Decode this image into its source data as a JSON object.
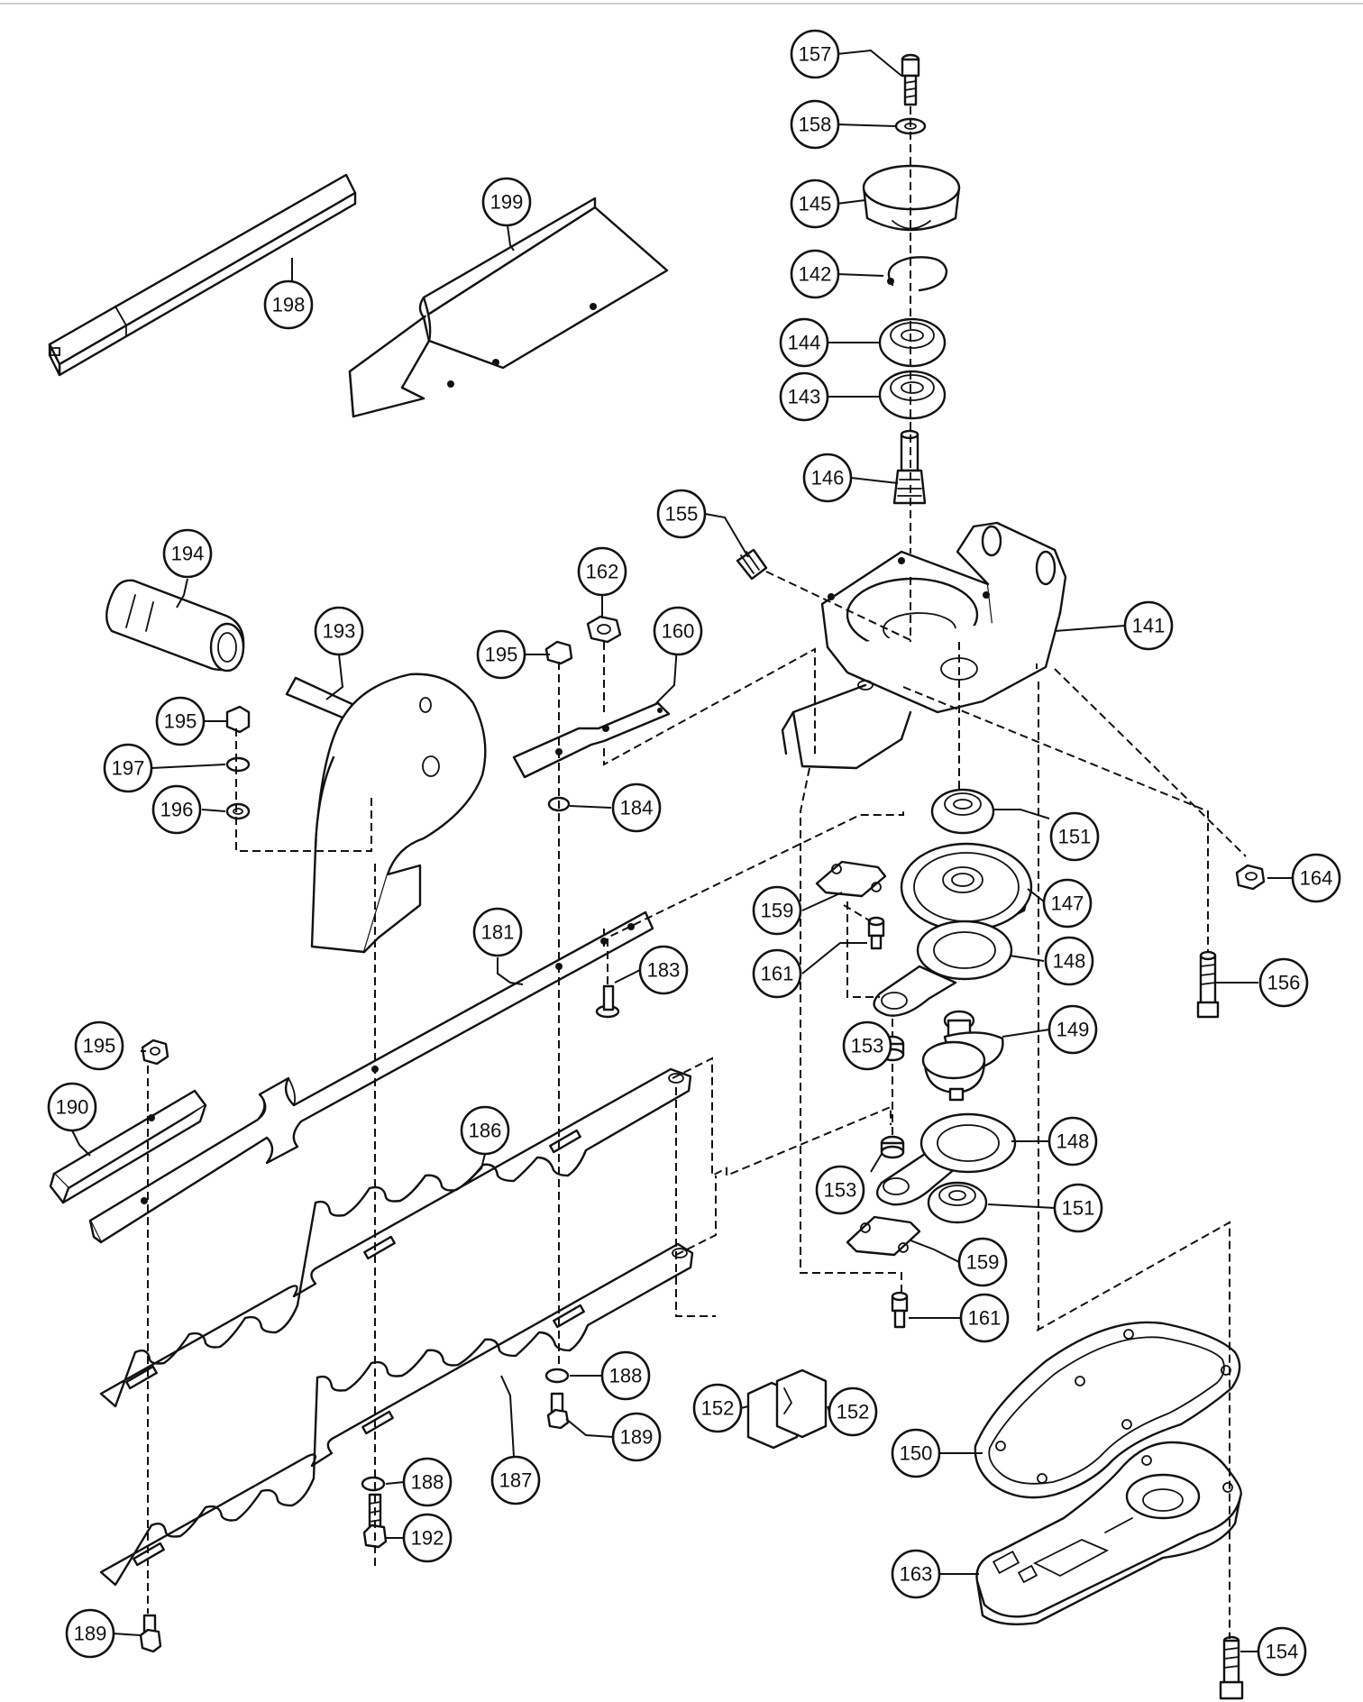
{
  "callouts": [
    {
      "id": "157",
      "label": "157"
    },
    {
      "id": "158",
      "label": "158"
    },
    {
      "id": "145",
      "label": "145"
    },
    {
      "id": "142",
      "label": "142"
    },
    {
      "id": "144",
      "label": "144"
    },
    {
      "id": "143",
      "label": "143"
    },
    {
      "id": "146",
      "label": "146"
    },
    {
      "id": "155",
      "label": "155"
    },
    {
      "id": "141",
      "label": "141"
    },
    {
      "id": "199",
      "label": "199"
    },
    {
      "id": "198",
      "label": "198"
    },
    {
      "id": "194",
      "label": "194"
    },
    {
      "id": "193",
      "label": "193"
    },
    {
      "id": "162",
      "label": "162"
    },
    {
      "id": "160",
      "label": "160"
    },
    {
      "id": "195a",
      "label": "195"
    },
    {
      "id": "195b",
      "label": "195"
    },
    {
      "id": "197",
      "label": "197"
    },
    {
      "id": "196",
      "label": "196"
    },
    {
      "id": "184",
      "label": "184"
    },
    {
      "id": "151a",
      "label": "151"
    },
    {
      "id": "164",
      "label": "164"
    },
    {
      "id": "159a",
      "label": "159"
    },
    {
      "id": "147",
      "label": "147"
    },
    {
      "id": "161a",
      "label": "161"
    },
    {
      "id": "148a",
      "label": "148"
    },
    {
      "id": "156",
      "label": "156"
    },
    {
      "id": "181",
      "label": "181"
    },
    {
      "id": "183",
      "label": "183"
    },
    {
      "id": "153a",
      "label": "153"
    },
    {
      "id": "149",
      "label": "149"
    },
    {
      "id": "195c",
      "label": "195"
    },
    {
      "id": "190",
      "label": "190"
    },
    {
      "id": "186",
      "label": "186"
    },
    {
      "id": "148b",
      "label": "148"
    },
    {
      "id": "153b",
      "label": "153"
    },
    {
      "id": "151b",
      "label": "151"
    },
    {
      "id": "159b",
      "label": "159"
    },
    {
      "id": "161b",
      "label": "161"
    },
    {
      "id": "188a",
      "label": "188"
    },
    {
      "id": "152a",
      "label": "152"
    },
    {
      "id": "152b",
      "label": "152"
    },
    {
      "id": "189a",
      "label": "189"
    },
    {
      "id": "150",
      "label": "150"
    },
    {
      "id": "188b",
      "label": "188"
    },
    {
      "id": "187",
      "label": "187"
    },
    {
      "id": "192",
      "label": "192"
    },
    {
      "id": "163",
      "label": "163"
    },
    {
      "id": "189b",
      "label": "189"
    },
    {
      "id": "154",
      "label": "154"
    }
  ]
}
